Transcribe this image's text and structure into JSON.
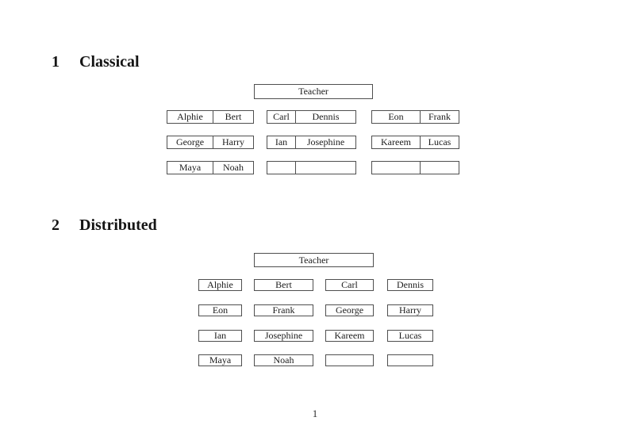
{
  "page_number": "1",
  "sections": {
    "classical": {
      "number": "1",
      "title": "Classical"
    },
    "distributed": {
      "number": "2",
      "title": "Distributed"
    }
  },
  "classical": {
    "teacher": "Teacher",
    "rows": [
      [
        [
          "Alphie",
          "Bert"
        ],
        [
          "Carl",
          "Dennis"
        ],
        [
          "Eon",
          "Frank"
        ]
      ],
      [
        [
          "George",
          "Harry"
        ],
        [
          "Ian",
          "Josephine"
        ],
        [
          "Kareem",
          "Lucas"
        ]
      ],
      [
        [
          "Maya",
          "Noah"
        ],
        [
          "",
          ""
        ],
        [
          "",
          ""
        ]
      ]
    ]
  },
  "distributed": {
    "teacher": "Teacher",
    "rows": [
      [
        "Alphie",
        "Bert",
        "Carl",
        "Dennis"
      ],
      [
        "Eon",
        "Frank",
        "George",
        "Harry"
      ],
      [
        "Ian",
        "Josephine",
        "Kareem",
        "Lucas"
      ],
      [
        "Maya",
        "Noah",
        "",
        ""
      ]
    ]
  }
}
